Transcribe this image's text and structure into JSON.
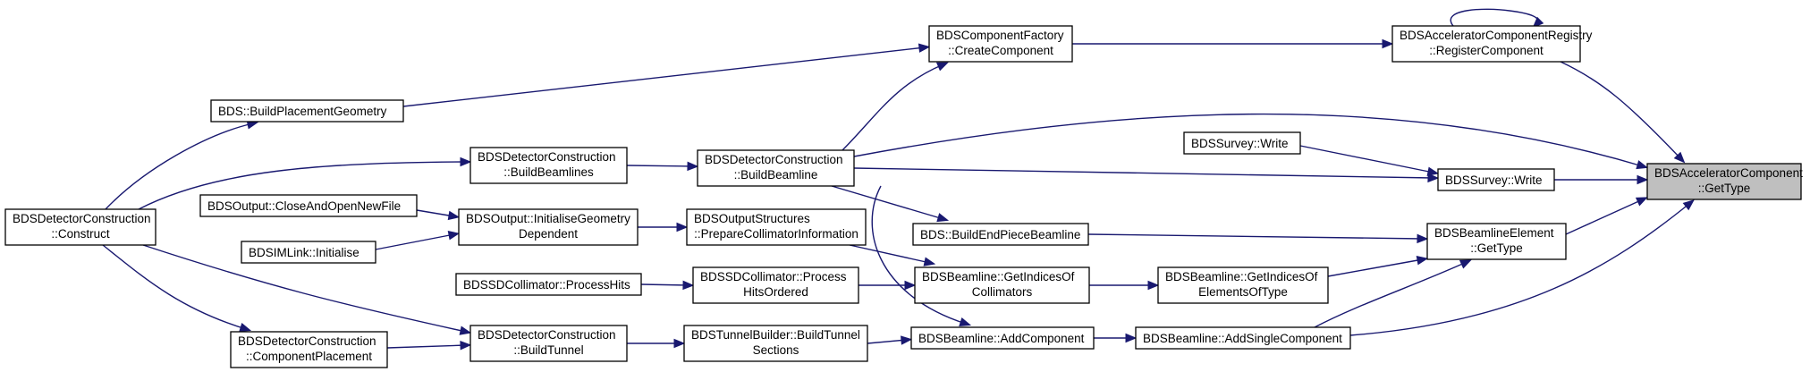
{
  "nodes": [
    {
      "id": "ACGetType",
      "lines": [
        "BDSAcceleratorComponent",
        "::GetType"
      ],
      "highlight": true
    },
    {
      "id": "ACRRegister",
      "lines": [
        "BDSAcceleratorComponentRegistry",
        "::RegisterComponent"
      ]
    },
    {
      "id": "CFCreate",
      "lines": [
        "BDSComponentFactory",
        "::CreateComponent"
      ]
    },
    {
      "id": "BuildPlacement",
      "lines": [
        "BDS::BuildPlacementGeometry"
      ]
    },
    {
      "id": "DCConstruct",
      "lines": [
        "BDSDetectorConstruction",
        "::Construct"
      ]
    },
    {
      "id": "DCBuildBeamline",
      "lines": [
        "BDSDetectorConstruction",
        "::BuildBeamline"
      ]
    },
    {
      "id": "DCBuildBeamlines",
      "lines": [
        "BDSDetectorConstruction",
        "::BuildBeamlines"
      ]
    },
    {
      "id": "SurveyWrite1",
      "lines": [
        "BDSSurvey::Write"
      ]
    },
    {
      "id": "SurveyWrite2",
      "lines": [
        "BDSSurvey::Write"
      ]
    },
    {
      "id": "OutputClose",
      "lines": [
        "BDSOutput::CloseAndOpenNewFile"
      ]
    },
    {
      "id": "OutputInitGeom",
      "lines": [
        "BDSOutput::InitialiseGeometry",
        "Dependent"
      ]
    },
    {
      "id": "OSPrepare",
      "lines": [
        "BDSOutputStructures",
        "::PrepareCollimatorInformation"
      ]
    },
    {
      "id": "BuildEndPiece",
      "lines": [
        "BDS::BuildEndPieceBeamline"
      ]
    },
    {
      "id": "IMLinkInit",
      "lines": [
        "BDSIMLink::Initialise"
      ]
    },
    {
      "id": "BEGetType",
      "lines": [
        "BDSBeamlineElement",
        "::GetType"
      ]
    },
    {
      "id": "SDCollHits",
      "lines": [
        "BDSSDCollimator::ProcessHits"
      ]
    },
    {
      "id": "SDCollHitsOrd",
      "lines": [
        "BDSSDCollimator::Process",
        "HitsOrdered"
      ]
    },
    {
      "id": "BLGetIdxColl",
      "lines": [
        "BDSBeamline::GetIndicesOf",
        "Collimators"
      ]
    },
    {
      "id": "BLGetIdxElem",
      "lines": [
        "BDSBeamline::GetIndicesOf",
        "ElementsOfType"
      ]
    },
    {
      "id": "DCCompPlacement",
      "lines": [
        "BDSDetectorConstruction",
        "::ComponentPlacement"
      ]
    },
    {
      "id": "DCBuildTunnel",
      "lines": [
        "BDSDetectorConstruction",
        "::BuildTunnel"
      ]
    },
    {
      "id": "TBBuildTunnel",
      "lines": [
        "BDSTunnelBuilder::BuildTunnel",
        "Sections"
      ]
    },
    {
      "id": "BLAddComp",
      "lines": [
        "BDSBeamline::AddComponent"
      ]
    },
    {
      "id": "BLAddSingle",
      "lines": [
        "BDSBeamline::AddSingleComponent"
      ]
    }
  ]
}
